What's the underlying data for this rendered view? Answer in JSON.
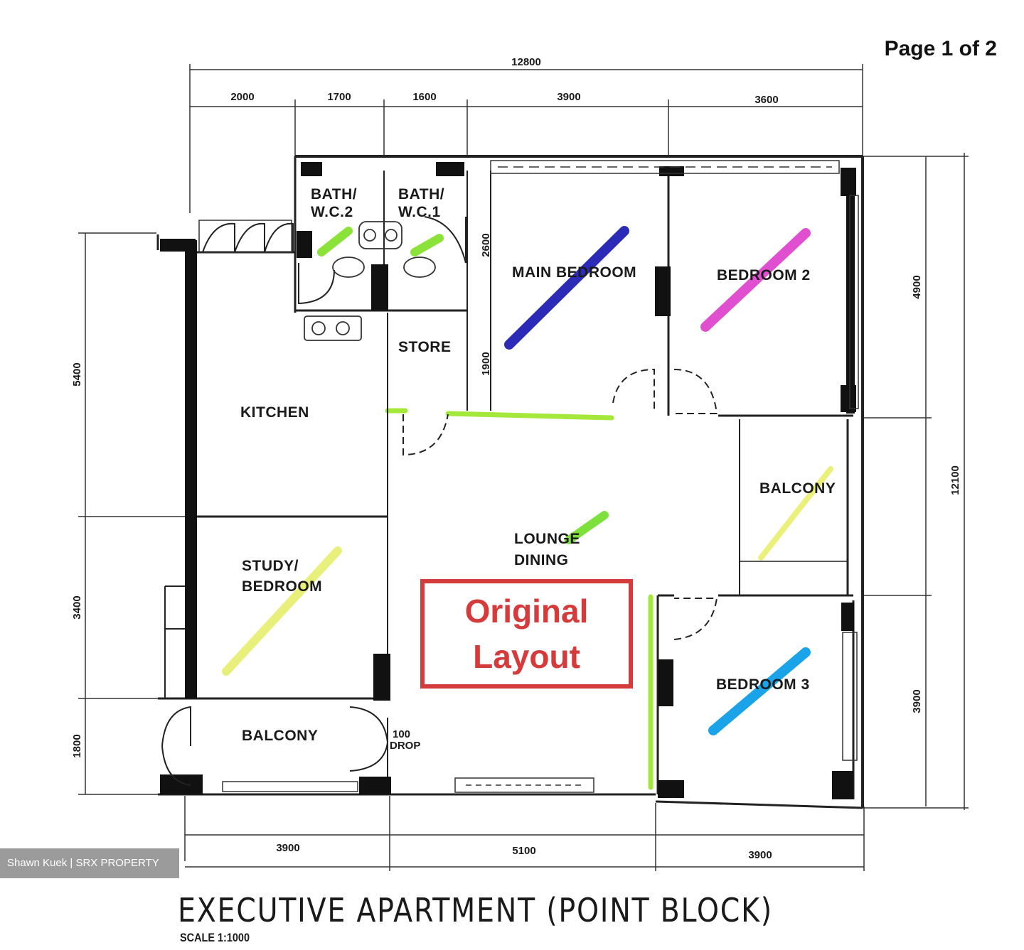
{
  "page_indicator": "Page 1 of 2",
  "watermark": "Shawn Kuek | SRX PROPERTY",
  "title": "EXECUTIVE APARTMENT (POINT BLOCK)",
  "scale": "SCALE 1:1000",
  "stamp": {
    "line1": "Original",
    "line2": "Layout",
    "color": "#d63b3b"
  },
  "rooms": {
    "bath2_l1": "BATH/",
    "bath2_l2": "W.C.2",
    "bath1_l1": "BATH/",
    "bath1_l2": "W.C.1",
    "main_bedroom": "MAIN BEDROOM",
    "bedroom2": "BEDROOM 2",
    "store": "STORE",
    "kitchen": "KITCHEN",
    "balcony_right": "BALCONY",
    "living_l1": "LOUNGE",
    "living_l2": "DINING",
    "study_l1": "STUDY/",
    "study_l2": "BEDROOM",
    "balcony_bottom": "BALCONY",
    "drop_l1": "100",
    "drop_l2": "DROP",
    "bedroom3": "BEDROOM 3"
  },
  "dimensions": {
    "top_overall": "12800",
    "top_segments": [
      "2000",
      "1700",
      "1600",
      "3900",
      "3600"
    ],
    "bottom_segments": [
      "3900",
      "5100",
      "3900"
    ],
    "left_segments": [
      "5400",
      "3400",
      "1800"
    ],
    "right_segments": [
      "4900",
      "3900"
    ],
    "right_overall": "12100",
    "inner_2600": "2600",
    "inner_1900": "1900"
  },
  "highlight_colors": {
    "main_bedroom": "#2b2bb8",
    "bedroom2": "#e04fd0",
    "bedroom3": "#1aa3e8",
    "living": "#7ee03a",
    "study": "#e8ef7a",
    "balcony": "#e8ef7a",
    "bath": "#8be33a"
  }
}
